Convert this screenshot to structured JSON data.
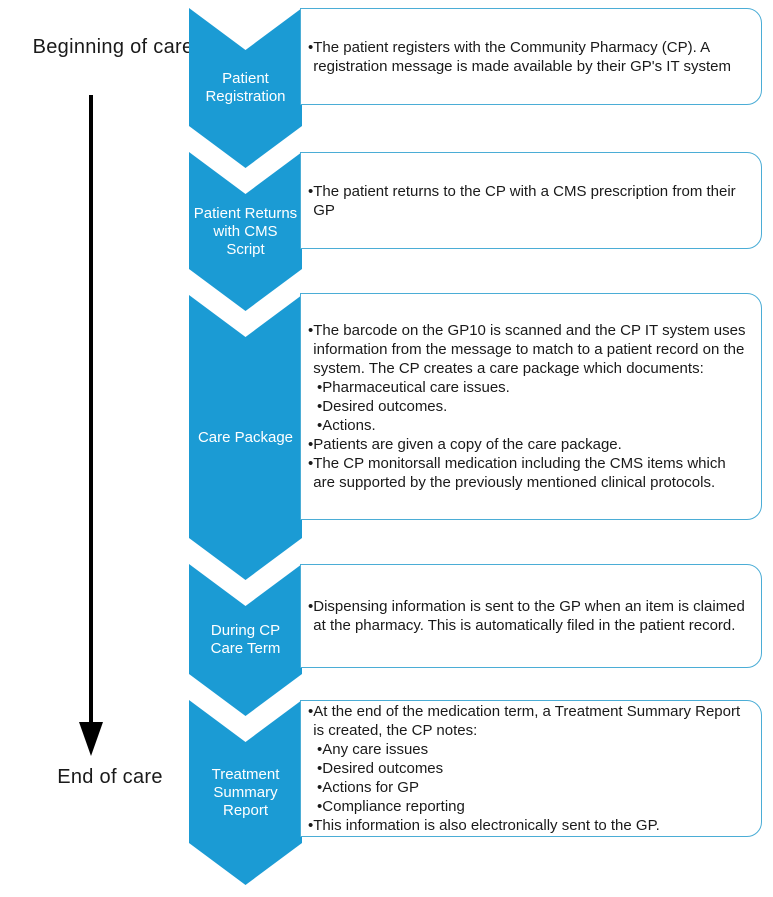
{
  "colors": {
    "chevron": "#1b9bd4",
    "box_border": "#4badd6",
    "text": "#1a1a1a",
    "chevron_label_text": "#ffffff",
    "arrow": "#000000"
  },
  "bullet_char": "•",
  "left_rail": {
    "start_label": "Beginning of\ncare",
    "end_label": "End of care"
  },
  "stages": [
    {
      "label": "Patient\nRegistration",
      "bullets": [
        {
          "level": 1,
          "text": "The patient registers with the Community Pharmacy (CP). A registration message is made available by their GP's IT system"
        }
      ]
    },
    {
      "label": "Patient Returns\nwith CMS\nScript",
      "bullets": [
        {
          "level": 1,
          "text": "The patient returns to the CP with a CMS prescription from their GP"
        }
      ]
    },
    {
      "label": "Care Package",
      "bullets": [
        {
          "level": 1,
          "text": "The barcode on the GP10 is scanned and the CP IT system uses information from the message to match to a patient record on the system. The CP creates a care package which documents:"
        },
        {
          "level": 2,
          "text": "Pharmaceutical care issues."
        },
        {
          "level": 2,
          "text": "Desired outcomes."
        },
        {
          "level": 2,
          "text": "Actions."
        },
        {
          "level": 1,
          "text": "Patients are given a copy of the care package."
        },
        {
          "level": 1,
          "text": "The CP monitorsall medication including the CMS items which are supported by the previously mentioned clinical protocols."
        }
      ]
    },
    {
      "label": "During CP\nCare Term",
      "bullets": [
        {
          "level": 1,
          "text": "Dispensing information is sent to the GP when an item is claimed at the pharmacy. This is automatically filed in the patient record."
        }
      ]
    },
    {
      "label": "Treatment\nSummary\nReport",
      "bullets": [
        {
          "level": 1,
          "text": "At the end of the medication term, a Treatment Summary Report is created, the CP notes:"
        },
        {
          "level": 2,
          "text": "Any care issues"
        },
        {
          "level": 2,
          "text": "Desired outcomes"
        },
        {
          "level": 2,
          "text": "Actions for GP"
        },
        {
          "level": 2,
          "text": "Compliance reporting"
        },
        {
          "level": 1,
          "text": "This information is also electronically sent to the GP."
        }
      ]
    }
  ]
}
